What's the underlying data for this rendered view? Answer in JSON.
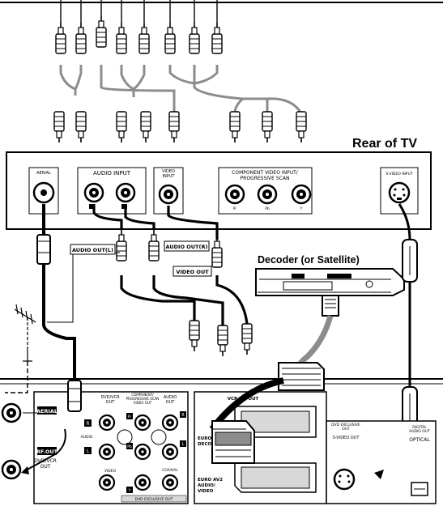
{
  "tv": {
    "heading": "Rear of TV",
    "aerial": "AERIAL",
    "audio_input": "AUDIO INPUT",
    "video_in_1": "VIDEO",
    "video_in_2": "INPUT",
    "component_1": "COMPONENT VIDEO INPUT/",
    "component_2": "PROGRESSIVE SCAN",
    "pr": "Pr",
    "pb": "Pb",
    "y": "Y",
    "svideo_input": "S-VIDEO INPUT"
  },
  "labels": {
    "audio_out_l": "AUDIO OUT(L)",
    "audio_out_r": "AUDIO OUT(R)",
    "video_out": "VIDEO OUT",
    "decoder": "Decoder (or Satellite)"
  },
  "player": {
    "aerial": "AERIAL",
    "rf_out": "RF.OUT",
    "dvd_vcr_out_1": "DVD/VCR",
    "dvd_vcr_out_2": "OUT",
    "panel_dvdvcr_1": "DVD/VCR",
    "panel_dvdvcr_2": "OUT",
    "component_1": "COMPONENT/",
    "component_2": "PROGRESSIVE SCAN",
    "component_3": "VIDEO OUT",
    "audio_out_1": "AUDIO",
    "audio_out_2": "OUT",
    "r1": "R",
    "l1": "L",
    "audio_side": "AUDIO",
    "pr": "Pr",
    "pb": "Pb",
    "y": "Y",
    "r2": "R",
    "l2": "L",
    "coaxial": "COAXIAL",
    "video": "VIDEO",
    "dvd_exclusive": "DVD EXCLUSIVE OUT",
    "vcr_inout": "VCR IN+OUT",
    "euro_1": "EURO AV1",
    "euro_2": "DECODER",
    "euro2_1": "EURO AV2",
    "euro2_2": "AUDIO/",
    "euro2_3": "VIDEO",
    "dvd_excl_1": "DVD EXCLUSIVE",
    "dvd_excl_2": "OUT",
    "svideo_out": "S-VIDEO OUT",
    "digital_1": "DIGITAL",
    "digital_2": "AUDIO OUT",
    "optical": "OPTICAL"
  },
  "colors": {
    "ink": "#000000",
    "cable_gray": "#8c8c8c",
    "panel_fill": "#ffffff",
    "shade": "#d8d8d8"
  }
}
